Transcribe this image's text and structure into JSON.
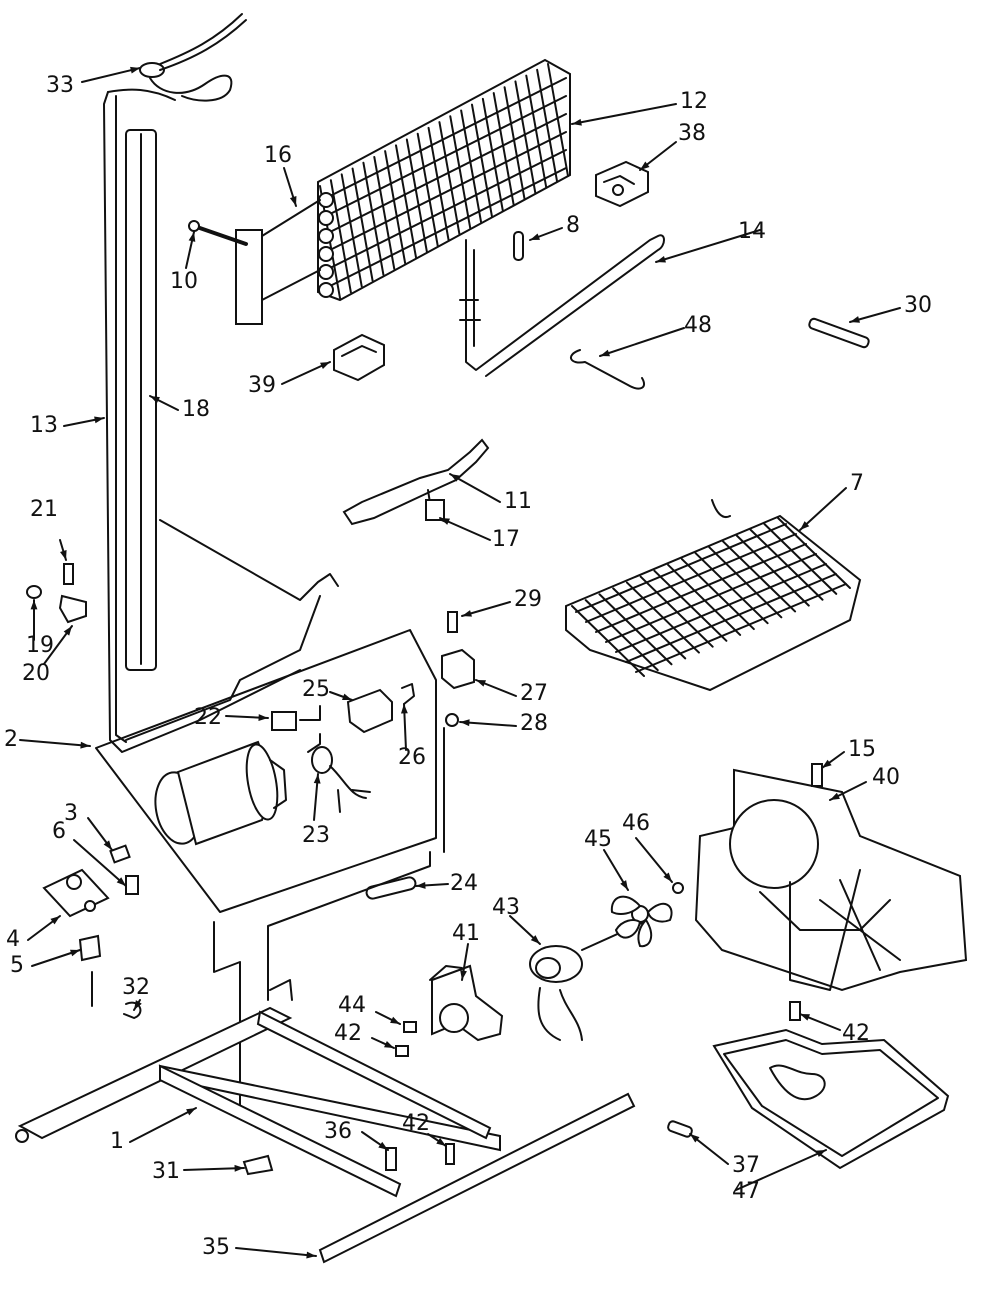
{
  "diagram": {
    "callouts": [
      {
        "key": "c33",
        "text": "33"
      },
      {
        "key": "c12",
        "text": "12"
      },
      {
        "key": "c38",
        "text": "38"
      },
      {
        "key": "c16",
        "text": "16"
      },
      {
        "key": "c8",
        "text": "8"
      },
      {
        "key": "c14",
        "text": "14"
      },
      {
        "key": "c10",
        "text": "10"
      },
      {
        "key": "c48",
        "text": "48"
      },
      {
        "key": "c30",
        "text": "30"
      },
      {
        "key": "c39",
        "text": "39"
      },
      {
        "key": "c13",
        "text": "13"
      },
      {
        "key": "c18",
        "text": "18"
      },
      {
        "key": "c11",
        "text": "11"
      },
      {
        "key": "c21",
        "text": "21"
      },
      {
        "key": "c17",
        "text": "17"
      },
      {
        "key": "c7",
        "text": "7"
      },
      {
        "key": "c19",
        "text": "19"
      },
      {
        "key": "c20",
        "text": "20"
      },
      {
        "key": "c29",
        "text": "29"
      },
      {
        "key": "c25",
        "text": "25"
      },
      {
        "key": "c27",
        "text": "27"
      },
      {
        "key": "c22",
        "text": "22"
      },
      {
        "key": "c28",
        "text": "28"
      },
      {
        "key": "c26",
        "text": "26"
      },
      {
        "key": "c15",
        "text": "15"
      },
      {
        "key": "c2",
        "text": "2"
      },
      {
        "key": "c40",
        "text": "40"
      },
      {
        "key": "c23",
        "text": "23"
      },
      {
        "key": "c3",
        "text": "3"
      },
      {
        "key": "c6",
        "text": "6"
      },
      {
        "key": "c46",
        "text": "46"
      },
      {
        "key": "c45",
        "text": "45"
      },
      {
        "key": "c24",
        "text": "24"
      },
      {
        "key": "c43",
        "text": "43"
      },
      {
        "key": "c4",
        "text": "4"
      },
      {
        "key": "c41",
        "text": "41"
      },
      {
        "key": "c5",
        "text": "5"
      },
      {
        "key": "c32",
        "text": "32"
      },
      {
        "key": "c44",
        "text": "44"
      },
      {
        "key": "c42a",
        "text": "42"
      },
      {
        "key": "c42b",
        "text": "42"
      },
      {
        "key": "c1",
        "text": "1"
      },
      {
        "key": "c36",
        "text": "36"
      },
      {
        "key": "c42c",
        "text": "42"
      },
      {
        "key": "c37",
        "text": "37"
      },
      {
        "key": "c31",
        "text": "31"
      },
      {
        "key": "c47",
        "text": "47"
      },
      {
        "key": "c35",
        "text": "35"
      }
    ]
  }
}
